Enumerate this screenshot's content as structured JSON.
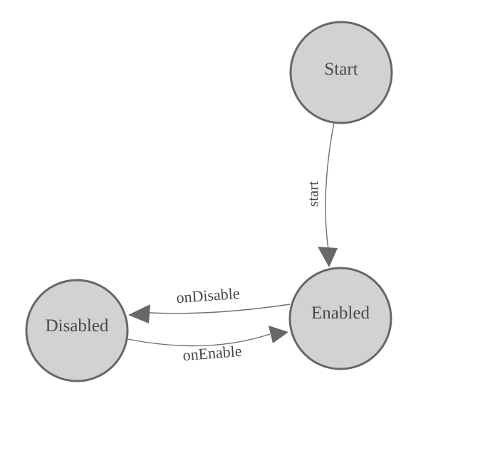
{
  "diagram": {
    "kind": "state-machine",
    "colors": {
      "background": "#ffffff",
      "node_fill": "#d2d2d2",
      "node_border": "#676767",
      "edge_line": "#6e6e6e",
      "arrowhead": "#676767",
      "text": "#4a4a4a"
    },
    "nodes": [
      {
        "id": "start",
        "label": "Start"
      },
      {
        "id": "enabled",
        "label": "Enabled"
      },
      {
        "id": "disabled",
        "label": "Disabled"
      }
    ],
    "edges": [
      {
        "from": "Start",
        "to": "Enabled",
        "label": "start"
      },
      {
        "from": "Enabled",
        "to": "Disabled",
        "label": "onDisable"
      },
      {
        "from": "Disabled",
        "to": "Enabled",
        "label": "onEnable"
      }
    ]
  }
}
